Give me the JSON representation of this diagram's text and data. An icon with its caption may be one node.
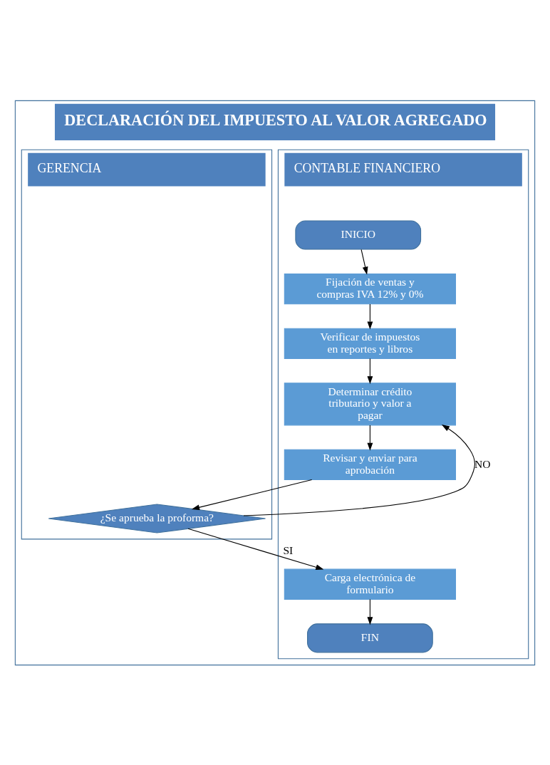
{
  "diagram": {
    "nodes": [
      {
        "text": [
          "DECLARACIÓN DEL IMPUESTO AL VALOR AGREGADO"
        ]
      },
      {
        "text": [
          "CONTABLE FINANCIERO"
        ],
        "in": 0
      },
      {
        "text": [
          "GERENCIA"
        ],
        "in": 0
      },
      {
        "text": [
          "INICIO"
        ],
        "in": 1
      },
      {
        "text": [
          "Fijación de ventas y compras IVA 12% y 0%"
        ],
        "in": 1
      },
      {
        "text": [
          "Verificar de impuestos en reportes y libros"
        ],
        "in": 1
      },
      {
        "text": [
          "Determinar crédito tributario y valor a pagar"
        ],
        "in": 1
      },
      {
        "text": [
          "Revisar y enviar para aprobación"
        ],
        "in": 1
      },
      {
        "text": [
          "¿Se aprueba la proforma?"
        ],
        "in": 2
      },
      {
        "text": [
          "Carga electrónica de formulario"
        ],
        "in": 1
      },
      {
        "text": [
          "FIN"
        ],
        "in": 1
      }
    ],
    "edges": [
      {
        "from": 3,
        "to": 4,
        "arrow": "to"
      },
      {
        "from": 4,
        "to": 5,
        "arrow": "to"
      },
      {
        "from": 5,
        "to": 6,
        "arrow": "to"
      },
      {
        "from": 6,
        "to": 7,
        "arrow": "to"
      },
      {
        "from": 7,
        "to": 8,
        "arrow": "to"
      },
      {
        "from": 8,
        "to": 6,
        "arrow": "to",
        "label": "NO"
      },
      {
        "from": 8,
        "to": 9,
        "arrow": "to",
        "label": "SI"
      },
      {
        "from": 9,
        "to": 10,
        "arrow": "to"
      }
    ]
  }
}
